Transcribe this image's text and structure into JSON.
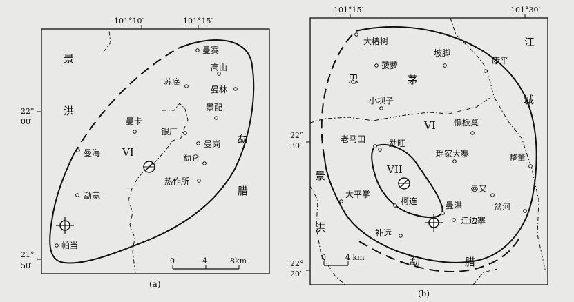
{
  "map_a": {
    "caption": "(a)",
    "lon_ticks": [
      "101°10′",
      "101°15′"
    ],
    "lat_ticks": [
      [
        "22°",
        "00′"
      ],
      [
        "21°",
        "50′"
      ]
    ],
    "regions": [
      "景",
      "洪",
      "勐",
      "腊"
    ],
    "intensity": "VI",
    "places": [
      "曼赛",
      "高山",
      "苏底",
      "曼林",
      "景配",
      "曼卡",
      "银厂",
      "曼岗",
      "曼海",
      "勐仑",
      "热作所",
      "勐宽",
      "帕当"
    ],
    "scale": {
      "labels": [
        "0",
        "4",
        "8km"
      ]
    }
  },
  "map_b": {
    "caption": "(b)",
    "lon_ticks": [
      "101°15′",
      "101°30′"
    ],
    "lat_ticks": [
      [
        "22°",
        "30′"
      ],
      [
        "22°",
        "20′"
      ]
    ],
    "regions": [
      "江",
      "城",
      "思",
      "茅",
      "景",
      "洪",
      "勐",
      "腊"
    ],
    "intensity": [
      "VI",
      "VII"
    ],
    "places": [
      "大椿树",
      "坡脚",
      "康平",
      "菠萝",
      "小坝子",
      "懒板凳",
      "老马田",
      "勐旺",
      "瑶家大寨",
      "整董",
      "曼又",
      "大平掌",
      "柯连",
      "曼洪",
      "岔河",
      "江边寨",
      "补远"
    ],
    "scale": {
      "labels": [
        "0",
        "4 km"
      ]
    }
  }
}
